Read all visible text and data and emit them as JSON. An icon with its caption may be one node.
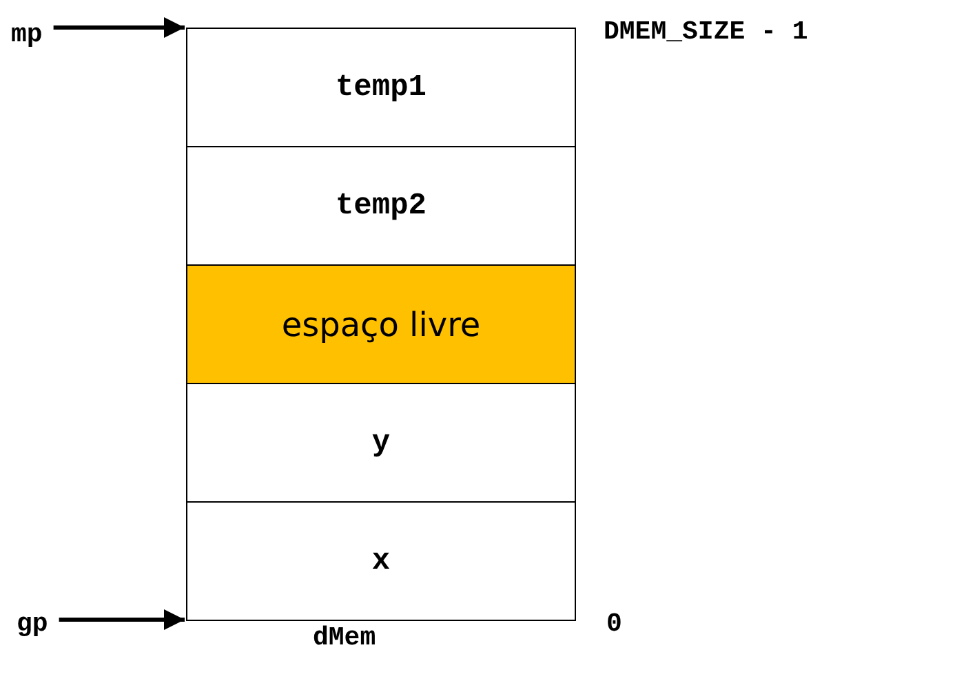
{
  "diagram": {
    "nodes": [
      {
        "text": [
          "dMem"
        ]
      },
      {
        "text": [
          "temp1"
        ],
        "in": 0
      },
      {
        "text": [
          "temp2"
        ],
        "in": 0
      },
      {
        "text": [
          "espaço livre"
        ],
        "in": 0
      },
      {
        "text": [
          "y"
        ],
        "in": 0
      },
      {
        "text": [
          "x"
        ],
        "in": 0
      },
      {
        "text": [
          "mp"
        ]
      },
      {
        "text": [
          "gp"
        ]
      }
    ],
    "edges": [
      {
        "from": 6,
        "to": 0,
        "arrow": "to"
      },
      {
        "from": 7,
        "to": 0,
        "arrow": "to"
      }
    ],
    "labels": [
      "DMEM_SIZE - 1",
      "0"
    ]
  }
}
